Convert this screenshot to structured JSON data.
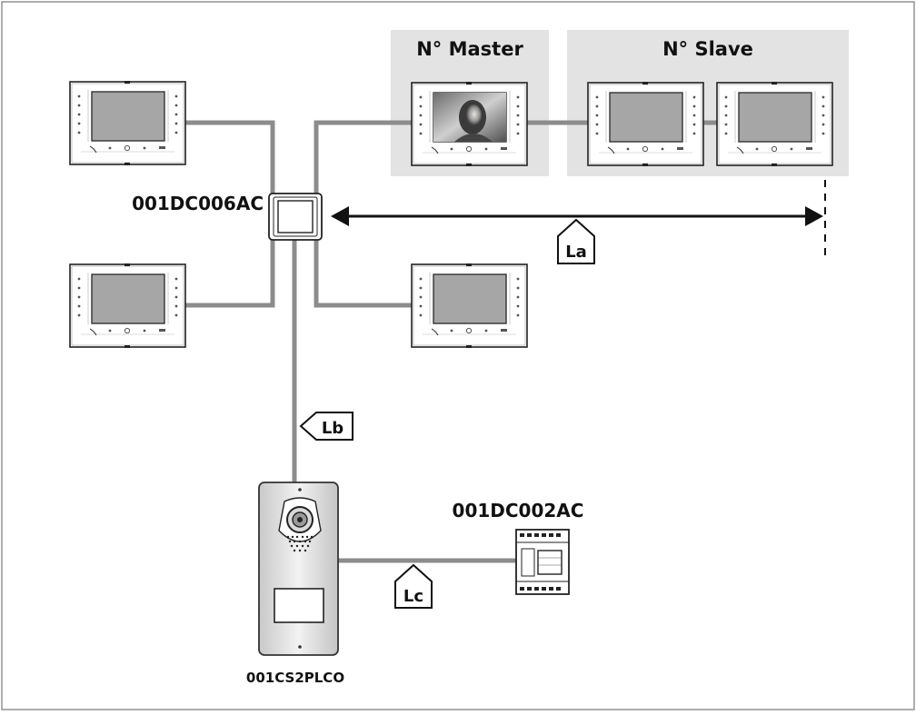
{
  "groups": {
    "master_label": "N° Master",
    "slave_label": "N° Slave"
  },
  "devices": {
    "distributor": "001DC006AC",
    "power_supply": "001DC002AC",
    "door_station": "001CS2PLCO"
  },
  "lengths": {
    "la": "La",
    "lb": "Lb",
    "lc": "Lc"
  },
  "colors": {
    "wire": "#8c8c8c",
    "group_background": "#e3e3e3",
    "frame": "#8a8a8a"
  }
}
